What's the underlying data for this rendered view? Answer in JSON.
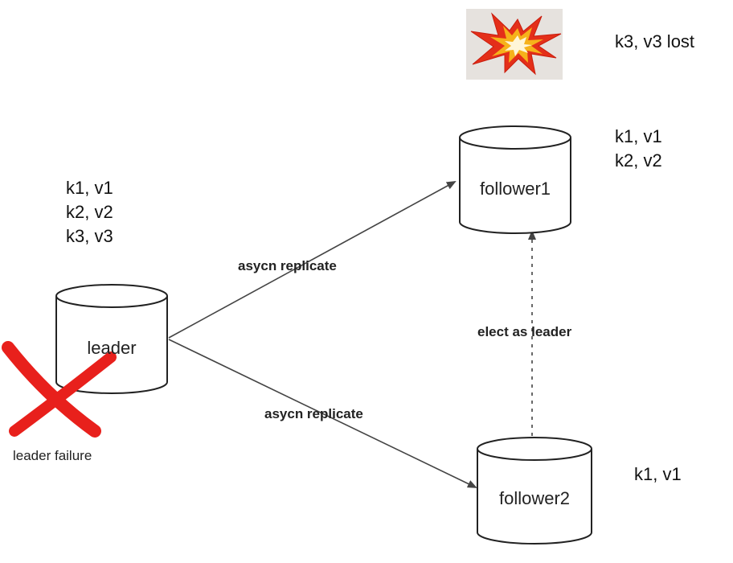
{
  "nodes": {
    "leader": {
      "label": "leader",
      "data": [
        "k1, v1",
        "k2, v2",
        "k3, v3"
      ]
    },
    "follower1": {
      "label": "follower1",
      "data": [
        "k1, v1",
        "k2, v2"
      ]
    },
    "follower2": {
      "label": "follower2",
      "data": [
        "k1, v1"
      ]
    }
  },
  "edges": {
    "replicate_to_follower1": "asycn replicate",
    "replicate_to_follower2": "asycn replicate",
    "elect": "elect as leader"
  },
  "failure": {
    "label": "leader failure",
    "icon": "red-x-icon",
    "color": "#e8201c"
  },
  "loss": {
    "label": "k3, v3 lost",
    "icon": "explosion-icon"
  }
}
